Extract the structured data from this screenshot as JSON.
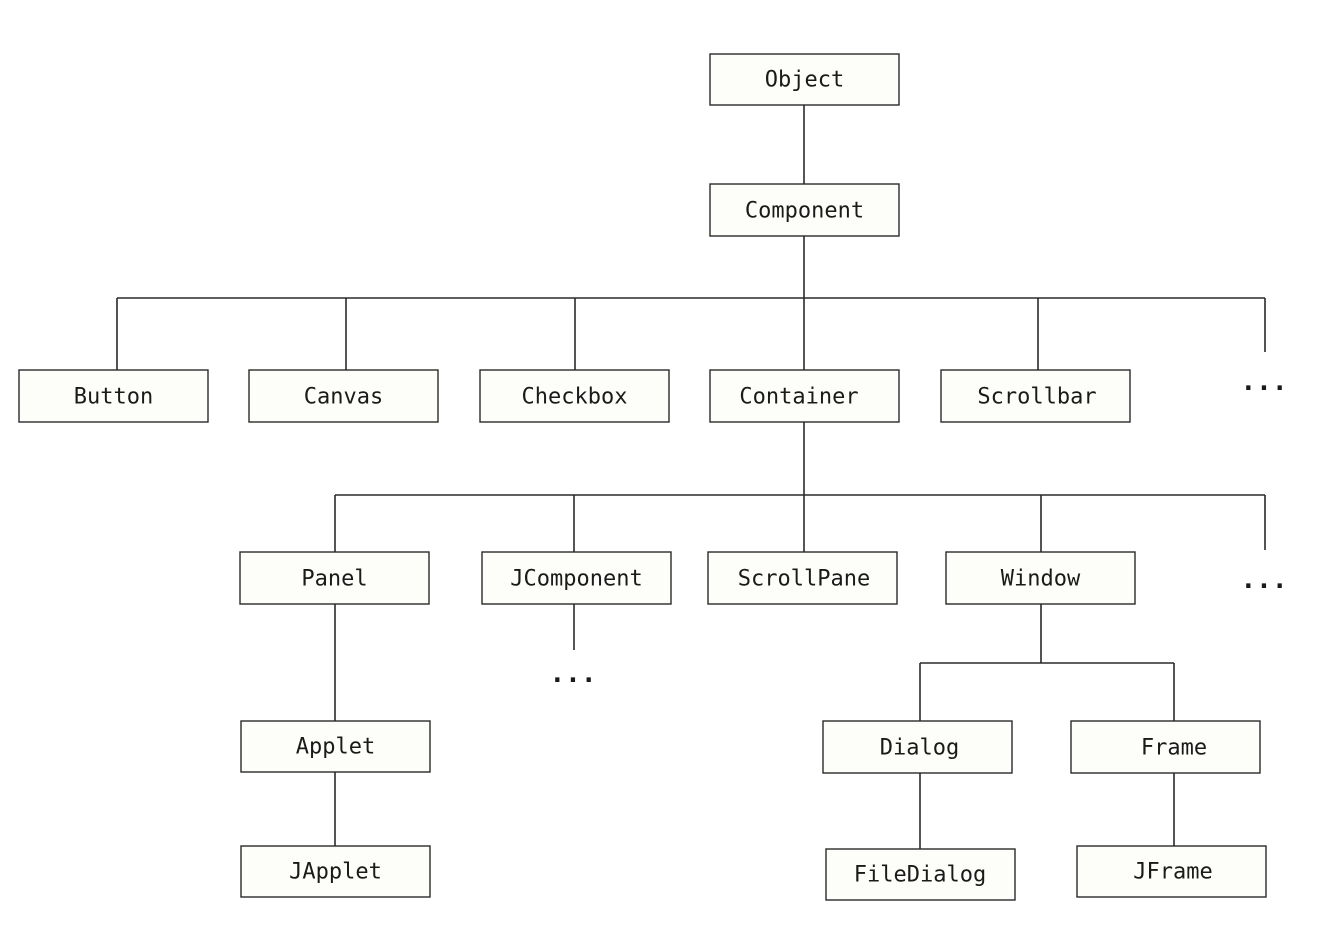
{
  "diagram": {
    "nodes": {
      "object": "Object",
      "component": "Component",
      "button": "Button",
      "canvas": "Canvas",
      "checkbox": "Checkbox",
      "container": "Container",
      "scrollbar": "Scrollbar",
      "panel": "Panel",
      "jcomponent": "JComponent",
      "scrollpane": "ScrollPane",
      "window": "Window",
      "applet": "Applet",
      "japplet": "JApplet",
      "dialog": "Dialog",
      "frame": "Frame",
      "filedialog": "FileDialog",
      "jframe": "JFrame"
    },
    "ellipsis": "...",
    "edges": [
      [
        "object",
        "component"
      ],
      [
        "component",
        "button"
      ],
      [
        "component",
        "canvas"
      ],
      [
        "component",
        "checkbox"
      ],
      [
        "component",
        "container"
      ],
      [
        "component",
        "scrollbar"
      ],
      [
        "container",
        "panel"
      ],
      [
        "container",
        "jcomponent"
      ],
      [
        "container",
        "scrollpane"
      ],
      [
        "container",
        "window"
      ],
      [
        "panel",
        "applet"
      ],
      [
        "applet",
        "japplet"
      ],
      [
        "window",
        "dialog"
      ],
      [
        "window",
        "frame"
      ],
      [
        "dialog",
        "filedialog"
      ],
      [
        "frame",
        "jframe"
      ]
    ]
  }
}
